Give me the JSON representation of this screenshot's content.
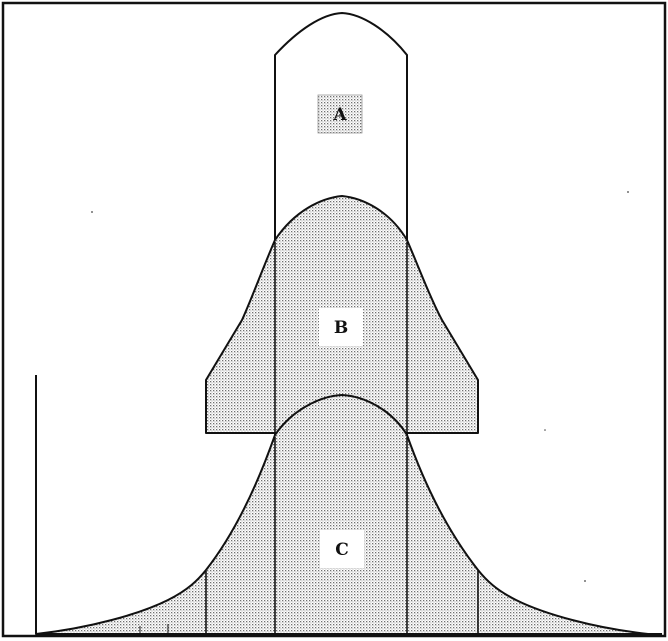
{
  "diagram": {
    "regions": [
      {
        "id": "A",
        "label": "A",
        "fill": "#ffffff",
        "label_box": "dotted"
      },
      {
        "id": "B",
        "label": "B",
        "fill": "#d9d9d9",
        "label_box": "white"
      },
      {
        "id": "C",
        "label": "C",
        "fill": "#d9d9d9",
        "label_box": "white"
      }
    ],
    "colors": {
      "ink": "#111111",
      "stipple": "#d9d9d9",
      "paper": "#ffffff"
    }
  }
}
